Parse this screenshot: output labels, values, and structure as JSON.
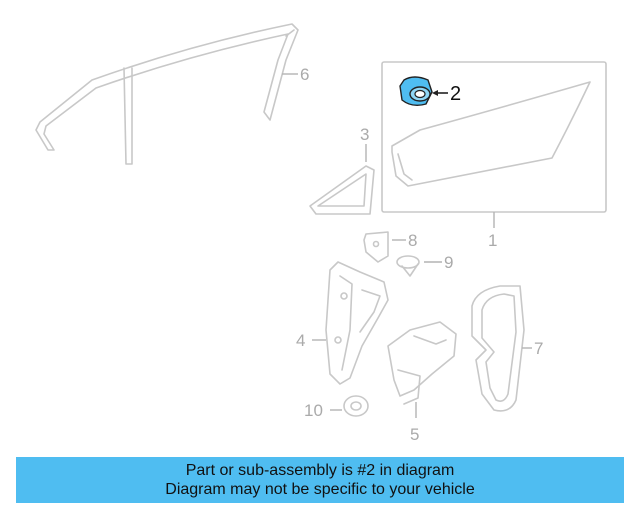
{
  "diagram": {
    "callouts": {
      "c1": "1",
      "c2": "2",
      "c3": "3",
      "c4": "4",
      "c5": "5",
      "c6": "6",
      "c7": "7",
      "c8": "8",
      "c9": "9",
      "c10": "10"
    },
    "highlight_color": "#4fbdf1"
  },
  "banner": {
    "line1": "Part or sub-assembly is #2 in diagram",
    "line2": "Diagram may not be specific to your vehicle",
    "color": "#4fbdf1"
  }
}
